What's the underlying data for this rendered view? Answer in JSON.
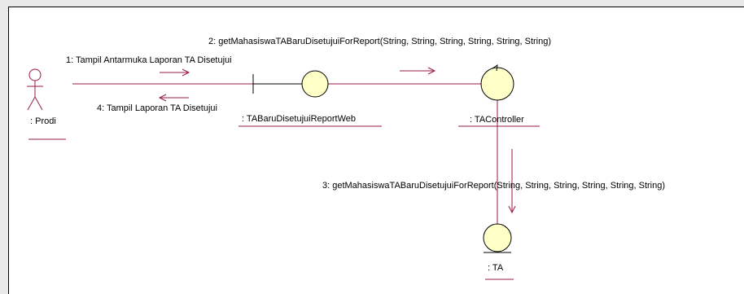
{
  "diagram": {
    "actor": {
      "label": ": Prodi"
    },
    "objects": {
      "boundary": {
        "label": ": TABaruDisetujuiReportWeb"
      },
      "controller": {
        "label": ": TAController"
      },
      "entity": {
        "label": ": TA"
      }
    },
    "messages": [
      {
        "label": "1: Tampil Antarmuka Laporan TA Disetujui"
      },
      {
        "label": "2: getMahasiswaTABaruDisetujuiForReport(String, String, String, String, String, String)"
      },
      {
        "label": "3: getMahasiswaTABaruDisetujuiForReport(String, String, String, String, String, String)"
      },
      {
        "label": "4: Tampil Laporan TA Disetujui"
      }
    ],
    "colors": {
      "line": "#9a1a4a",
      "fill": "#ffffc8",
      "stroke": "#000000"
    }
  }
}
